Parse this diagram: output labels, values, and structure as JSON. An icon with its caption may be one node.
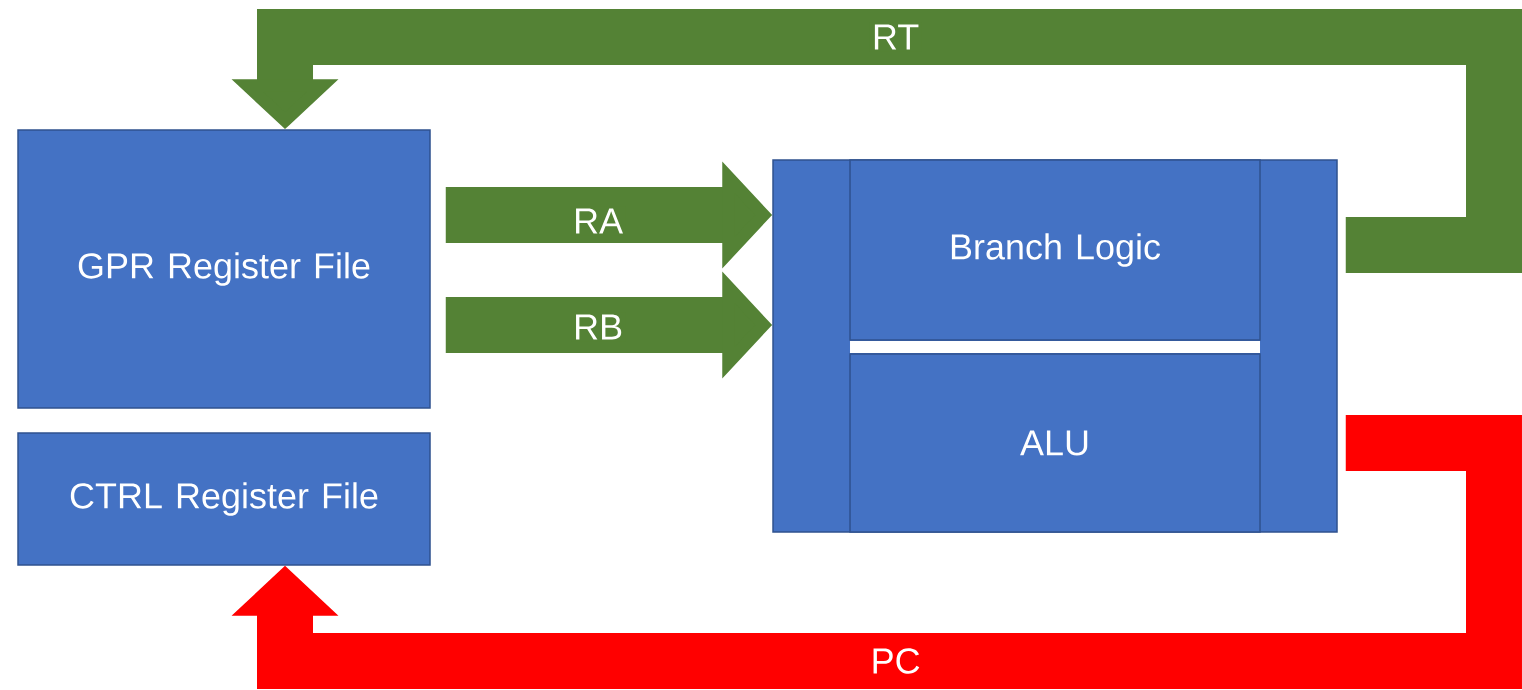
{
  "diagram": {
    "nodes": [
      {
        "text": [
          "GPR Register File"
        ]
      },
      {
        "text": [
          "CTRL Register File"
        ]
      },
      {
        "text": [],
        "shape": "box"
      },
      {
        "text": [
          "Branch Logic"
        ],
        "in": 2
      },
      {
        "text": [
          "ALU"
        ],
        "in": 2
      }
    ],
    "edges": [
      {
        "from": 0,
        "to": 2,
        "arrow": "to",
        "label": "RA"
      },
      {
        "from": 0,
        "to": 2,
        "arrow": "to",
        "label": "RB"
      },
      {
        "from": 2,
        "to": 0,
        "arrow": "to",
        "label": "RT"
      },
      {
        "from": 2,
        "to": 1,
        "arrow": "to",
        "label": "PC",
        "color": "#ff0000"
      }
    ]
  }
}
